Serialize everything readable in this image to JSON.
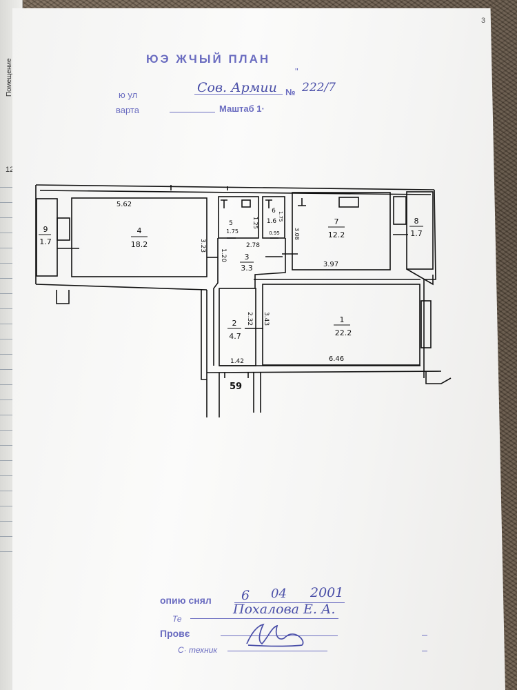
{
  "back_page": {
    "tab_label": "Помещение",
    "number": "12"
  },
  "page_number": "3",
  "header": {
    "title": "ЮЭ ЖЧЫЙ ПЛАН",
    "quote": "\"",
    "street_label": "ю ул",
    "street_value": "Сов. Армии",
    "number_label": "№",
    "number_value": "222/7",
    "quarter_label": "варта",
    "scale_label": "Маштаб 1·"
  },
  "rooms": [
    {
      "id": "room-1",
      "number": "1",
      "area": "22.2",
      "dim_a": "3.43",
      "dim_b": "6.46"
    },
    {
      "id": "room-2",
      "number": "2",
      "area": "4.7",
      "dim_a": "2.32",
      "dim_b": "1.42"
    },
    {
      "id": "room-3",
      "number": "3",
      "area": "3.3",
      "dim_a": "1.20",
      "dim_b": "2.78"
    },
    {
      "id": "room-4",
      "number": "4",
      "area": "18.2",
      "dim_a": "5.62",
      "dim_b": "3.23"
    },
    {
      "id": "room-5",
      "number": "5",
      "area": "1.75",
      "dim_a": "1.25"
    },
    {
      "id": "room-6",
      "number": "6",
      "area": "1.6",
      "dim_a": "0.95",
      "dim_b": "1.75"
    },
    {
      "id": "room-7",
      "number": "7",
      "area": "12.2",
      "dim_a": "3.08",
      "dim_b": "3.97"
    },
    {
      "id": "room-8",
      "number": "8",
      "area": "1.7"
    },
    {
      "id": "room-9",
      "number": "9",
      "area": "1.7"
    }
  ],
  "entrance_label": "59",
  "footer": {
    "copy_label": "опию снял",
    "copy_day": "6",
    "copy_month": "04",
    "copy_year": "2001",
    "tech_label": "Те",
    "tech_name": "Похалова Е. А.",
    "check_label": "Провє",
    "senior_label": "С· техник"
  },
  "colors": {
    "stamp_ink": "#6a6cc0",
    "handwriting_ink": "#4a4fa8",
    "plan_ink": "#111111"
  }
}
